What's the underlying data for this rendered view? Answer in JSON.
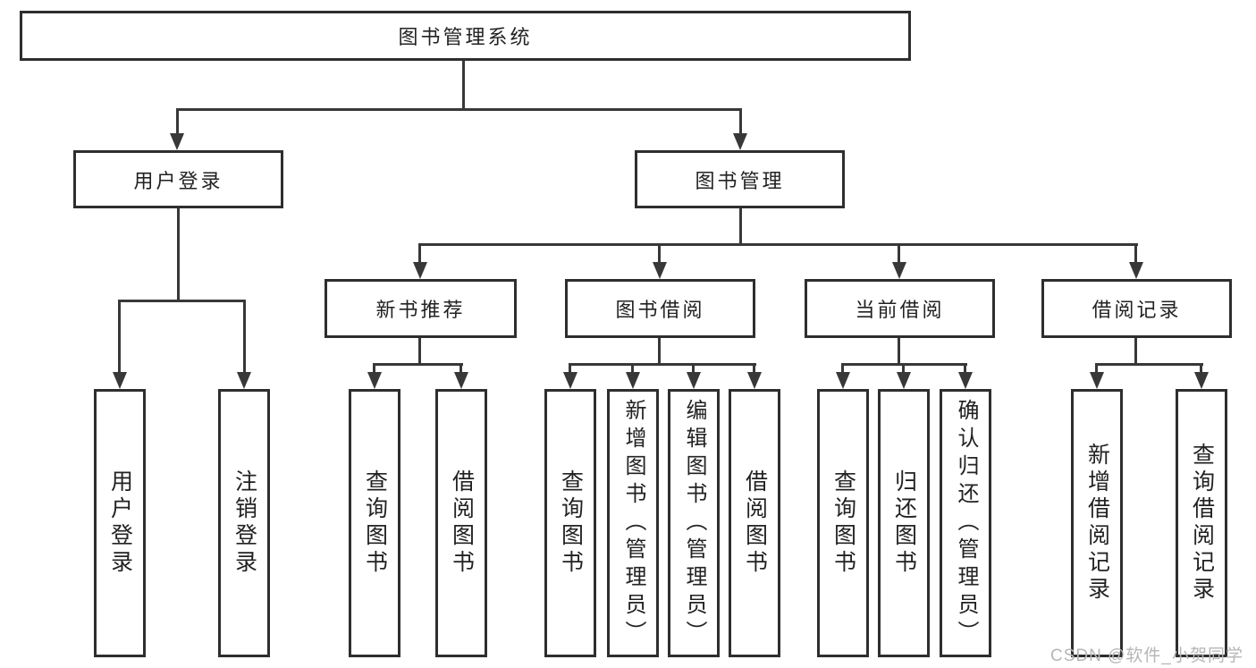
{
  "tree": {
    "label": "图书管理系统",
    "children": [
      {
        "label": "用户登录",
        "leaves": [
          "用户登录",
          "注销登录"
        ]
      },
      {
        "label": "图书管理",
        "children": [
          {
            "label": "新书推荐",
            "leaves": [
              "查询图书",
              "借阅图书"
            ]
          },
          {
            "label": "图书借阅",
            "leaves": [
              "查询图书",
              "新增图书（管理员）",
              "编辑图书（管理员）",
              "借阅图书"
            ]
          },
          {
            "label": "当前借阅",
            "leaves": [
              "查询图书",
              "归还图书",
              "确认归还（管理员）"
            ]
          },
          {
            "label": "借阅记录",
            "leaves": [
              "新增借阅记录",
              "查询借阅记录"
            ]
          }
        ]
      }
    ]
  },
  "watermark": "CSDN @软件_小贺同学",
  "colors": {
    "line": "#383838",
    "border": "#2e2e2e",
    "text": "#222222",
    "watermark": "#b6b6b6"
  }
}
